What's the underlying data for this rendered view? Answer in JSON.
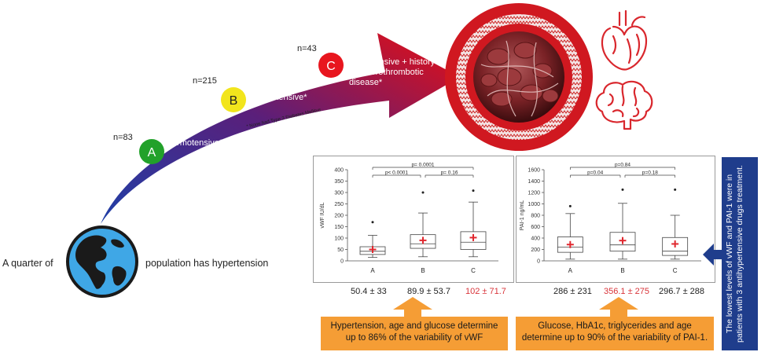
{
  "arrow": {
    "groups": [
      {
        "letter": "A",
        "label": "Normotensive*",
        "n": "n=83",
        "color": "#22a12a"
      },
      {
        "letter": "B",
        "label": "Hypertensive*",
        "n": "n=215",
        "color": "#f2e51c"
      },
      {
        "letter": "C",
        "label_lines": [
          "Hypertensive + history",
          "of atherothrombotic",
          "disease*"
        ],
        "n": "n=43",
        "color": "#e8161e"
      }
    ],
    "footnote": "* None had Type 2 Diabetes Mellitus",
    "gradient": [
      "#1f3fa7",
      "#5a1f7a",
      "#e80e12"
    ]
  },
  "globe_caption": {
    "left": "A quarter of",
    "right": "population has hypertension"
  },
  "colors": {
    "red_accent": "#d9343a",
    "orange": "#f59d35",
    "navy": "#1f3d8c",
    "vessel_red": "#d01820"
  },
  "charts": [
    {
      "type": "box",
      "ylabel": "vWF IU/dL",
      "ylim": [
        0,
        400
      ],
      "yticks": [
        "0",
        "50",
        "100",
        "150",
        "200",
        "250",
        "300",
        "350",
        "400"
      ],
      "categories": [
        "A",
        "B",
        "C"
      ],
      "boxes": [
        {
          "whisker_low": 15,
          "q1": 28,
          "median": 42,
          "q3": 62,
          "whisker_high": 112,
          "mean": 50,
          "outliers": [
            170
          ]
        },
        {
          "whisker_low": 18,
          "q1": 55,
          "median": 75,
          "q3": 115,
          "whisker_high": 210,
          "mean": 90,
          "outliers": [
            300
          ]
        },
        {
          "whisker_low": 18,
          "q1": 50,
          "median": 82,
          "q3": 128,
          "whisker_high": 258,
          "mean": 102,
          "outliers": [
            308
          ]
        }
      ],
      "pvalues": [
        {
          "from": "A",
          "to": "C",
          "label": "p= 0.0001"
        },
        {
          "from": "A",
          "to": "B",
          "label": "p< 0.0001"
        },
        {
          "from": "B",
          "to": "C",
          "label": "p= 0.16"
        }
      ]
    },
    {
      "type": "box",
      "ylabel": "PAI-1 ng/mL",
      "ylim": [
        0,
        1600
      ],
      "yticks": [
        "0",
        "200",
        "400",
        "600",
        "800",
        "1000",
        "1200",
        "1400",
        "1600"
      ],
      "categories": [
        "A",
        "B",
        "C"
      ],
      "boxes": [
        {
          "whisker_low": 30,
          "q1": 150,
          "median": 240,
          "q3": 420,
          "whisker_high": 830,
          "mean": 286,
          "outliers": [
            960
          ]
        },
        {
          "whisker_low": 30,
          "q1": 170,
          "median": 280,
          "q3": 500,
          "whisker_high": 1010,
          "mean": 356,
          "outliers": [
            1250
          ]
        },
        {
          "whisker_low": 30,
          "q1": 95,
          "median": 170,
          "q3": 410,
          "whisker_high": 800,
          "mean": 297,
          "outliers": [
            1250
          ]
        }
      ],
      "pvalues": [
        {
          "from": "A",
          "to": "C",
          "label": "p=0.84"
        },
        {
          "from": "A",
          "to": "B",
          "label": "p=0.04"
        },
        {
          "from": "B",
          "to": "C",
          "label": "p=0.18"
        }
      ]
    }
  ],
  "means": {
    "vwf": [
      {
        "text": "50.4 ± 33",
        "highlight": false
      },
      {
        "text": "89.9 ± 53.7",
        "highlight": false
      },
      {
        "text": "102 ± 71.7",
        "highlight": true
      }
    ],
    "pai": [
      {
        "text": "286 ± 231",
        "highlight": false
      },
      {
        "text": "356.1 ± 275",
        "highlight": true
      },
      {
        "text": "296.7 ± 288",
        "highlight": false
      }
    ]
  },
  "findings": {
    "vwf": "Hypertension, age and glucose determine up to 86% of the variability of vWF",
    "pai": "Glucose, HbA1c, triglycerides and age determine up to 90% of the variability of PAI-1."
  },
  "side_note": "The lowest levels of vWF and PAI-1 were in patients with 3 antihypertensive drugs treatment.",
  "icons": [
    "globe-icon",
    "blood-vessel-icon",
    "heart-icon",
    "brain-icon"
  ]
}
